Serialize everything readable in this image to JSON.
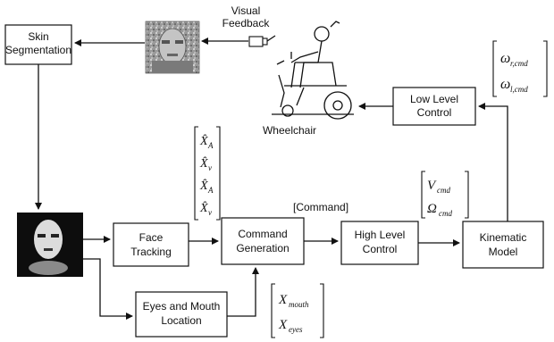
{
  "blocks": {
    "skin_segmentation": {
      "line1": "Skin",
      "line2": "Segmentation"
    },
    "face_tracking": {
      "line1": "Face",
      "line2": "Tracking"
    },
    "command_generation": {
      "line1": "Command",
      "line2": "Generation"
    },
    "high_level_control": {
      "line1": "High Level",
      "line2": "Control"
    },
    "kinematic_model": {
      "line1": "Kinematic",
      "line2": "Model"
    },
    "low_level_control": {
      "line1": "Low Level",
      "line2": "Control"
    },
    "eyes_mouth_location": {
      "line1": "Eyes and Mouth",
      "line2": "Location"
    }
  },
  "labels": {
    "visual_feedback_line1": "Visual",
    "visual_feedback_line2": "Feedback",
    "wheelchair": "Wheelchair",
    "command": "[Command]"
  },
  "math": {
    "x_hat": "X̂",
    "state_subscripts": [
      "A",
      "v",
      "A",
      "v"
    ],
    "v_cmd": "V",
    "v_cmd_sub": "cmd",
    "omega_cmd": "Ω",
    "omega_cmd_sub": "cmd",
    "omega_r": "ω",
    "omega_r_sub": "r,cmd",
    "omega_l": "ω",
    "omega_l_sub": "l,cmd",
    "x_mouth": "X",
    "x_mouth_sub": "mouth",
    "x_eyes": "X",
    "x_eyes_sub": "eyes"
  }
}
